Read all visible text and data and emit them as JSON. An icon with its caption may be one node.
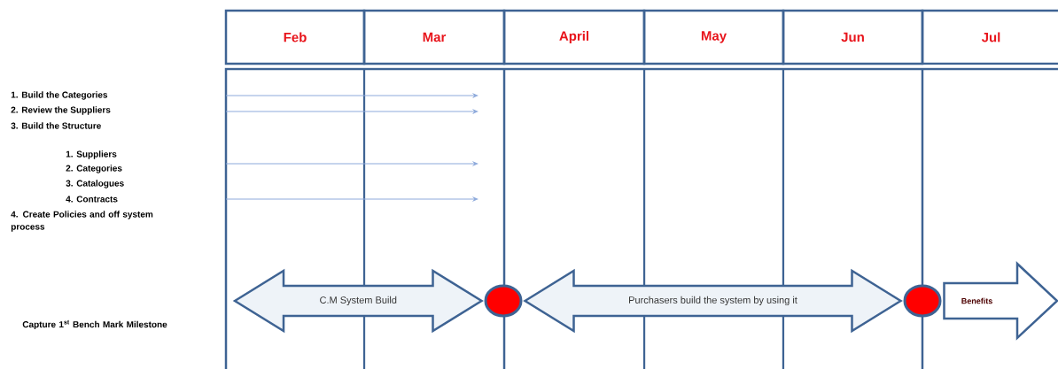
{
  "diagram": {
    "nodes": [
      {
        "text": [
          "Feb"
        ]
      },
      {
        "text": [
          "Mar"
        ]
      },
      {
        "text": [
          "April"
        ]
      },
      {
        "text": [
          "May"
        ]
      },
      {
        "text": [
          "Jun"
        ]
      },
      {
        "text": [
          "Jul"
        ]
      },
      {
        "text": [],
        "shape": "circle"
      },
      {
        "text": [],
        "shape": "circle"
      }
    ],
    "edges": [
      {
        "from": null,
        "to": 6,
        "arrow": "both",
        "label": "C.M System Build",
        "style": "thick"
      },
      {
        "from": 6,
        "to": 7,
        "arrow": "both",
        "label": "Purchasers build the system by using it",
        "style": "thick"
      },
      {
        "from": 7,
        "to": null,
        "arrow": "to",
        "label": "Benefits",
        "style": "thick"
      }
    ],
    "labels": [
      "1. Build the Categories",
      "2. Review the Suppliers",
      "3. Build the Structure",
      "1. Suppliers",
      "2. Categories",
      "3. Catalogues",
      "4. Contracts",
      "4. Create Policies and off system process",
      "Capture 1$^{st}$ Bench Mark Milestone"
    ]
  }
}
